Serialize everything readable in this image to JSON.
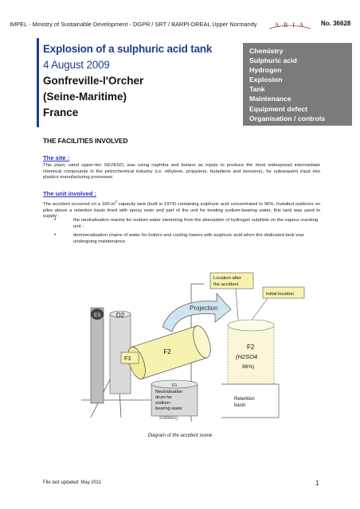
{
  "header": {
    "left": "IMPEL - Ministry of Sustainable Development - DGPR / SRT / BARPI-DREAL Upper Normandy",
    "logo": "A R I A",
    "doc_no": "No. 36628"
  },
  "title": {
    "line1": "Explosion of a sulphuric acid tank",
    "line2": "4 August 2009",
    "line3": "Gonfreville-l'Orcher",
    "line4": "(Seine-Maritime)",
    "line5": "France"
  },
  "keywords": [
    "Chemistry",
    "Sulphuric acid",
    "Hydrogen",
    "Explosion",
    "Tank",
    "Maintenance",
    "Equipment defect",
    "Organisation / controls"
  ],
  "section": {
    "title": "THE FACILITIES INVOLVED",
    "site_heading": "The site :",
    "site_text": "This plant, rated upper-tier SEVESO, was using naphtha and butane as inputs to produce the most widespread intermediate chemical compounds in the petrochemical industry (i.e. ethylene, propylene, butadiene and benzene), for subsequent input into plastics manufacturing processes.",
    "unit_heading": "The unit involved :",
    "unit_text_a": "The accident occurred on a 100-m",
    "unit_text_sup": "3",
    "unit_text_b": " capacity tank (built in 1974) containing sulphuric acid concentrated to 96%. Installed outdoors on piles above a retention basin lined with epoxy resin and part of the unit for treating sodium-bearing water, this tank was used to supply :",
    "bullet1": "the neutralisation reactor for sodium water stemming from the absorption of hydrogen sulphide on the vapour cracking unit ;",
    "bullet2": "demineralisation chains of water for boilers and cooling towers with sulphuric acid when the dedicated tank was undergoing maintenance."
  },
  "diagram": {
    "location_after": [
      "Location after",
      "the accident"
    ],
    "initial_location": "Initial location",
    "projection": "Projection",
    "e3": "E3",
    "d2": "D2",
    "f2_left": "F2",
    "f3": "F3",
    "f2_right": "F2",
    "h2so4": "(H2SO4",
    "pct": "96%)",
    "d1": "D1",
    "neutral": [
      "Neutralisation",
      "drum for",
      "sodium-",
      "bearing water"
    ],
    "sodees": "sodees)",
    "retention": [
      "Retention",
      "basin"
    ],
    "caption": "Diagram of the accident scene"
  },
  "footer": {
    "updated": "File last updated: May 2011",
    "page": "1"
  },
  "colors": {
    "title_blue": "#1f3f8c",
    "keyword_box": "#7b7b7b",
    "link_blue": "#2233cc",
    "tank_yellow": "#f7f2b0",
    "tank_gray": "#d9d9d9",
    "arrow_blue": "#cfe4ee"
  }
}
